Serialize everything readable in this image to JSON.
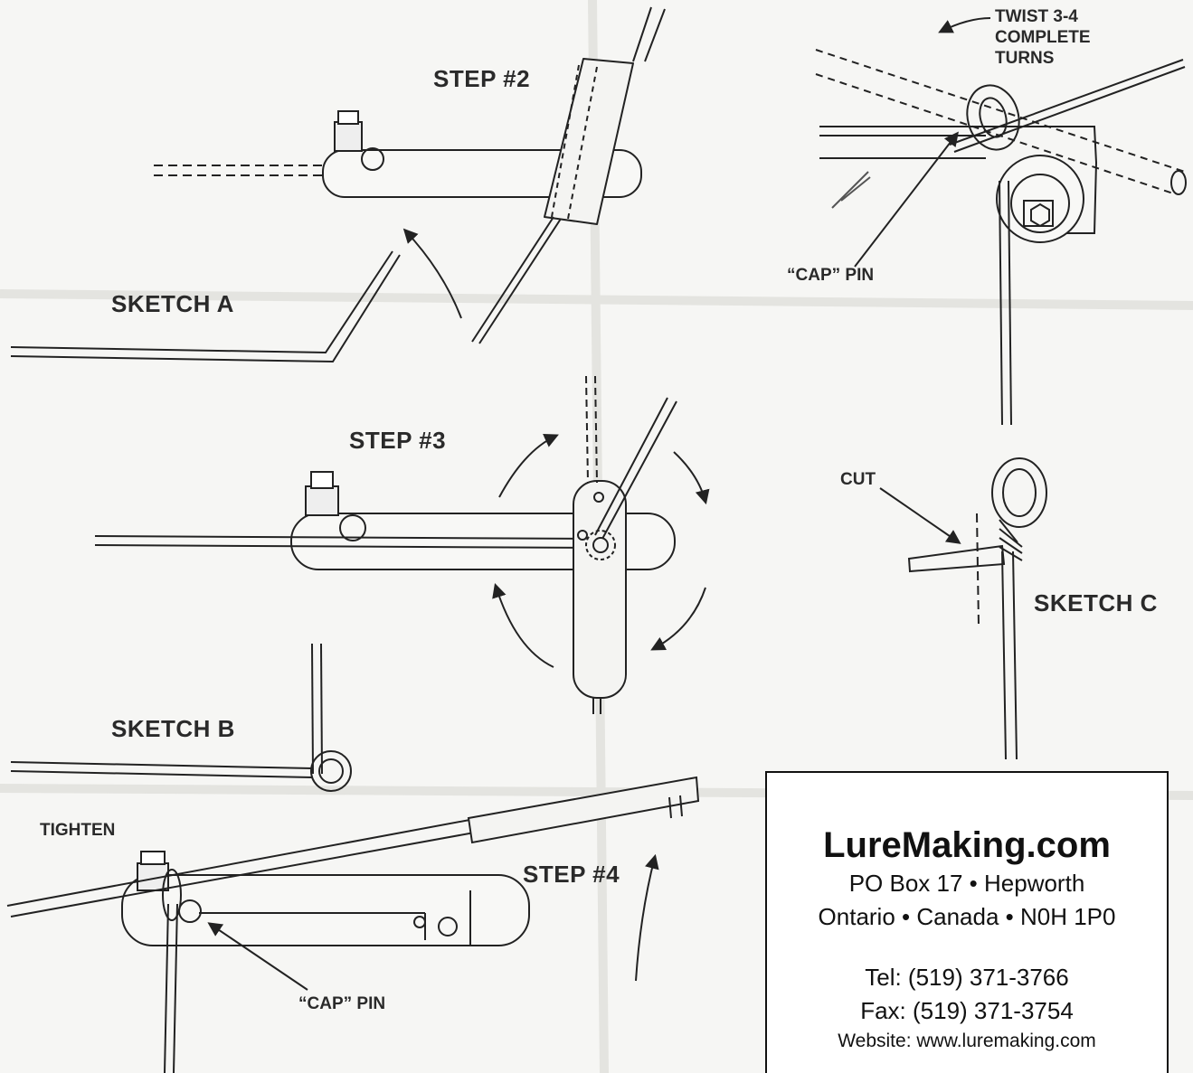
{
  "labels": {
    "step2": "STEP #2",
    "step3": "STEP #3",
    "step4": "STEP #4",
    "sketch_a": "SKETCH A",
    "sketch_b": "SKETCH B",
    "sketch_c": "SKETCH C",
    "twist": "TWIST 3-4 COMPLETE TURNS",
    "cap_pin_top": "“CAP” PIN",
    "cap_pin_bottom": "“CAP” PIN",
    "cut": "CUT",
    "tighten": "TIGHTEN"
  },
  "info_box": {
    "brand": "LureMaking.com",
    "address_line1": "PO Box 17 • Hepworth",
    "address_line2": "Ontario • Canada • N0H 1P0",
    "tel": "Tel: (519) 371-3766",
    "fax": "Fax: (519) 371-3754",
    "website": "Website: www.luremaking.com"
  }
}
